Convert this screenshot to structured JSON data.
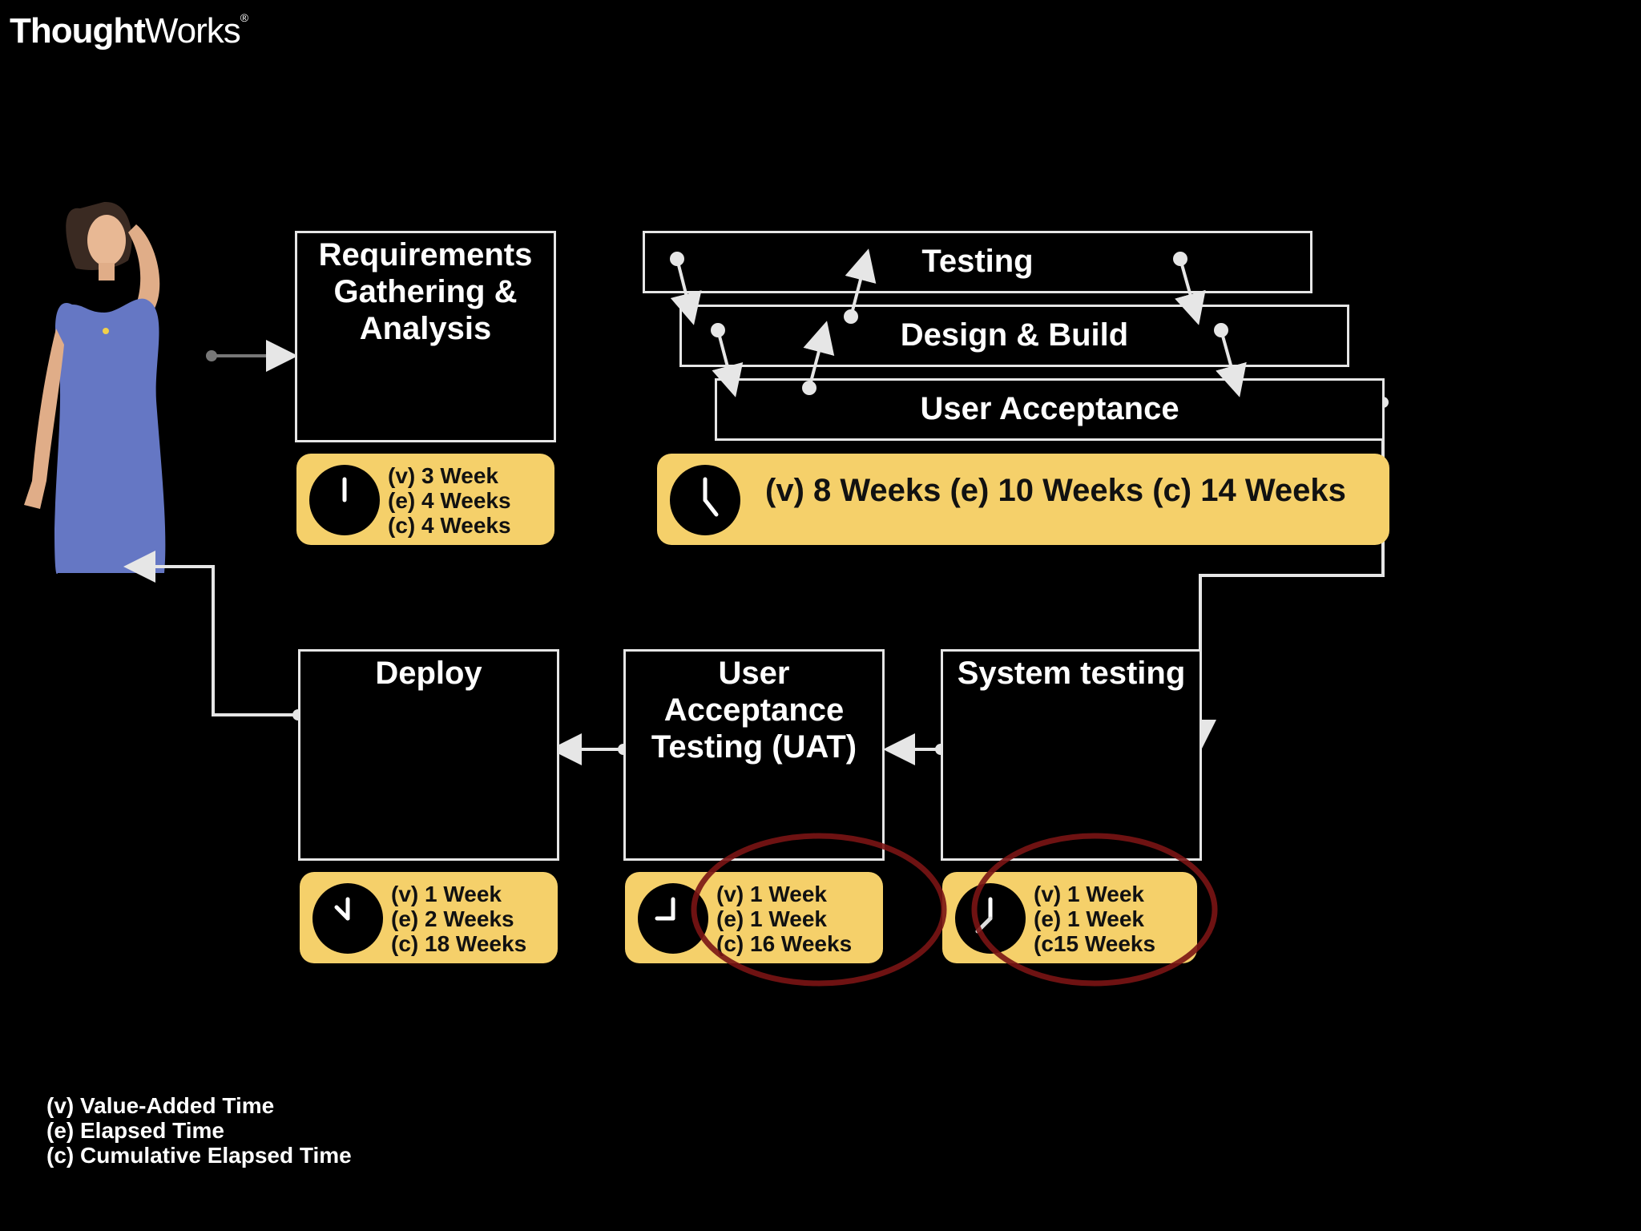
{
  "logo": {
    "bold": "Thought",
    "light": "Works",
    "mark": "®"
  },
  "top": {
    "requirements": {
      "title": "Requirements Gathering & Analysis",
      "times": [
        "(v) 3 Week",
        "(e) 4 Weeks",
        "(c) 4 Weeks"
      ]
    },
    "stack": {
      "bars": [
        "Testing",
        "Design & Build",
        "User Acceptance"
      ],
      "time": "(v) 8 Weeks (e) 10 Weeks (c) 14 Weeks"
    }
  },
  "bottom": {
    "deploy": {
      "title": "Deploy",
      "times": [
        "(v) 1 Week",
        "(e) 2 Weeks",
        "(c) 18 Weeks"
      ]
    },
    "uat": {
      "title": "User Acceptance Testing (UAT)",
      "times": [
        "(v) 1 Week",
        "(e) 1 Week",
        "(c) 16 Weeks"
      ]
    },
    "system": {
      "title": "System testing",
      "times": [
        "(v) 1 Week",
        "(e) 1 Week",
        "(c15 Weeks"
      ]
    }
  },
  "legend": [
    "(v) Value-Added Time",
    "(e) Elapsed Time",
    "(c) Cumulative Elapsed Time"
  ],
  "colors": {
    "pill": "#f5d06a",
    "highlight_circle": "#7a1414",
    "dress": "#6577c4"
  }
}
